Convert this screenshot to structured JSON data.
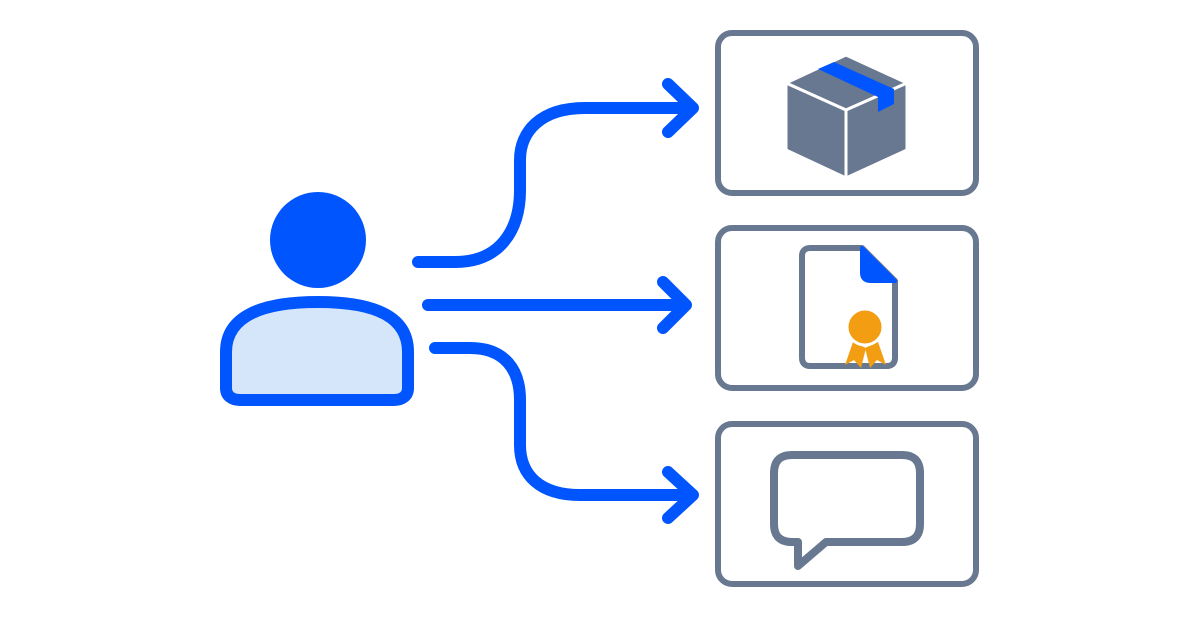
{
  "colors": {
    "primary_blue": "#0055FF",
    "light_blue_fill": "#D6E6FA",
    "slate_gray": "#697891",
    "orange": "#F29D12",
    "white": "#FFFFFF"
  },
  "icons": {
    "person": "user-icon",
    "box": "package-box-icon",
    "document": "certificate-document-icon",
    "badge": "award-ribbon-icon",
    "chat": "speech-bubble-icon"
  },
  "flows": [
    {
      "target": "box-card"
    },
    {
      "target": "document-card"
    },
    {
      "target": "chat-card"
    }
  ]
}
